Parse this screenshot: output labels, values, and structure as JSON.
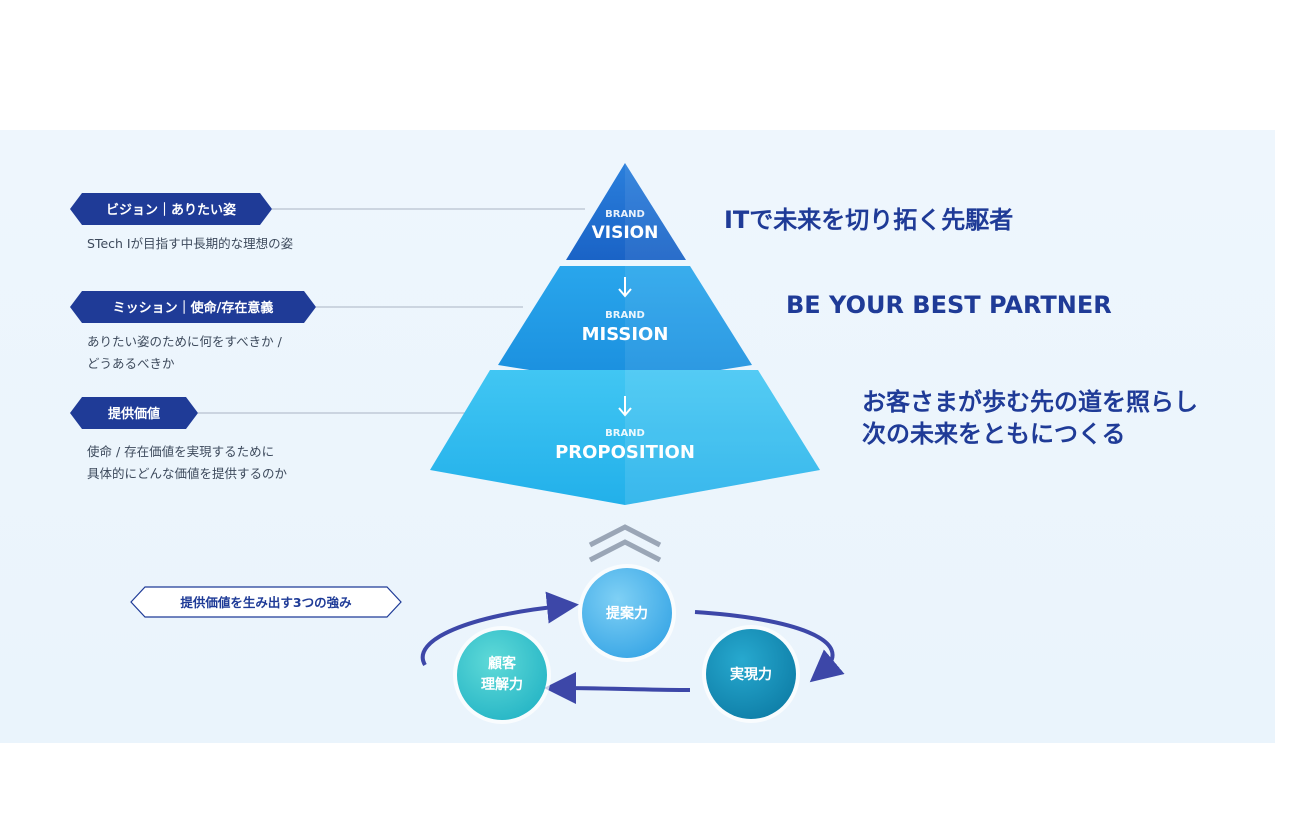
{
  "pyramid": {
    "vision": {
      "brand": "BRAND",
      "name": "VISION"
    },
    "mission": {
      "brand": "BRAND",
      "name": "MISSION"
    },
    "proposition": {
      "brand": "BRAND",
      "name": "PROPOSITION"
    }
  },
  "left_labels": [
    {
      "title": "ビジョン｜ありたい姿",
      "desc": [
        "STech Ⅰが目指す中長期的な理想の姿"
      ]
    },
    {
      "title": "ミッション｜使命/存在意義",
      "desc": [
        "ありたい姿のために何をすべきか /",
        "どうあるべきか"
      ]
    },
    {
      "title": "提供価値",
      "desc": [
        "使命 / 存在価値を実現するために",
        "具体的にどんな価値を提供するのか"
      ]
    }
  ],
  "taglines": {
    "vision": "ITで未来を切り拓く先駆者",
    "mission": "BE YOUR BEST PARTNER",
    "proposition": [
      "お客さまが歩む先の道を照らし",
      "次の未来をともにつくる"
    ]
  },
  "strengths": {
    "heading": "提供価値を生み出す3つの強み",
    "circles": [
      {
        "label": [
          "提案力"
        ]
      },
      {
        "label": [
          "実現力"
        ]
      },
      {
        "label": [
          "顧客",
          "理解力"
        ]
      }
    ]
  },
  "colors": {
    "navy": "#1f3b97",
    "vision_fill": "#1e6fd1",
    "mission_fill": "#1f9be6",
    "proposition_fill": "#2fbdf0",
    "circle_teian": "#4fb6ec",
    "circle_jitsugen": "#138fb7",
    "circle_kokyaku": "#35c7cf"
  }
}
